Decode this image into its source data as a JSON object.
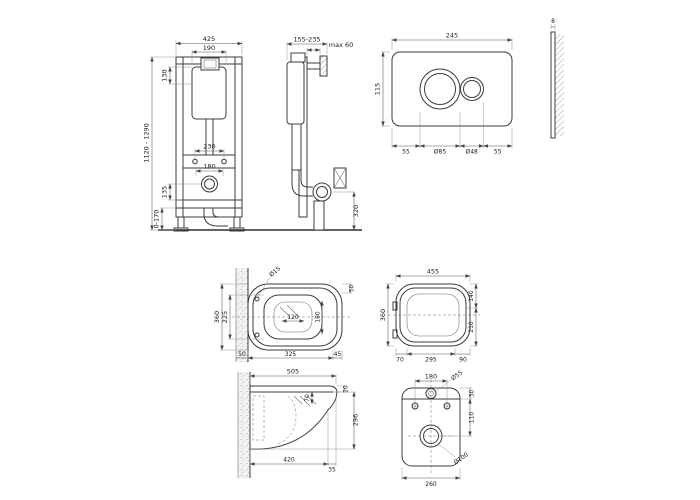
{
  "drawing": {
    "frame_front": {
      "total_width": "425",
      "tank_width": "190",
      "tank_top_height": "130",
      "height_range": "1120 - 1290",
      "bolt_spacing": "230",
      "drain_spacing": "180",
      "lower_height": "135",
      "feet_range": "0-170"
    },
    "frame_side": {
      "depth_range": "155-235",
      "wall_gap": "max 60",
      "outlet_height": "320"
    },
    "flush_plate": {
      "width": "245",
      "height": "115",
      "margin_left": "55",
      "big_button": "Ø85",
      "small_button": "Ø48",
      "margin_right": "55"
    },
    "plate_profile": {
      "thickness": "8"
    },
    "bowl_top": {
      "width": "360",
      "inner_width": "225",
      "inner_length": "120",
      "inner_depth": "180",
      "corner": "50",
      "wall_thickness": "50",
      "length": "325",
      "front": "45",
      "holes": "Ø15"
    },
    "seat_top": {
      "length": "455",
      "width": "360",
      "right_top": "140",
      "right_bottom": "210",
      "hinge": "70",
      "middle": "295",
      "front": "90"
    },
    "bowl_side": {
      "length": "505",
      "seat_thickness": "20",
      "rim_height": "70",
      "body_height": "296",
      "bottom_length": "420",
      "front_lip": "35"
    },
    "bowl_back": {
      "bolt_spacing": "180",
      "inlet": "Ø55",
      "top_offset": "30",
      "drain_offset": "110",
      "drain": "Ø100",
      "width": "260"
    }
  }
}
